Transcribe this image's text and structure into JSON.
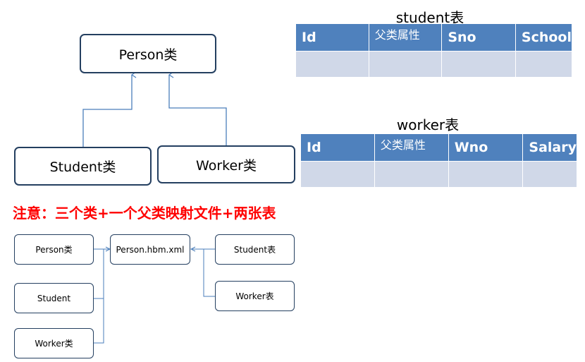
{
  "uml": {
    "person": "Person类",
    "student": "Student类",
    "worker": "Worker类"
  },
  "student_table": {
    "title": "student表",
    "headers": [
      "Id",
      "父类属性",
      "Sno",
      "School"
    ]
  },
  "worker_table": {
    "title": "worker表",
    "headers": [
      "Id",
      "父类属性",
      "Wno",
      "Salary"
    ]
  },
  "note": "注意：三个类+一个父类映射文件+两张表",
  "mapping": {
    "person_class": "Person类",
    "student_class": "Student",
    "worker_class": "Worker类",
    "hbm_file": "Person.hbm.xml",
    "student_table": "Student表",
    "worker_table": "Worker表"
  },
  "colors": {
    "header_blue": "#4f81bd",
    "cell_light": "#d0d8e8",
    "box_border": "#243f60",
    "arrow": "#4a7ebb",
    "note_red": "#ff0000"
  }
}
